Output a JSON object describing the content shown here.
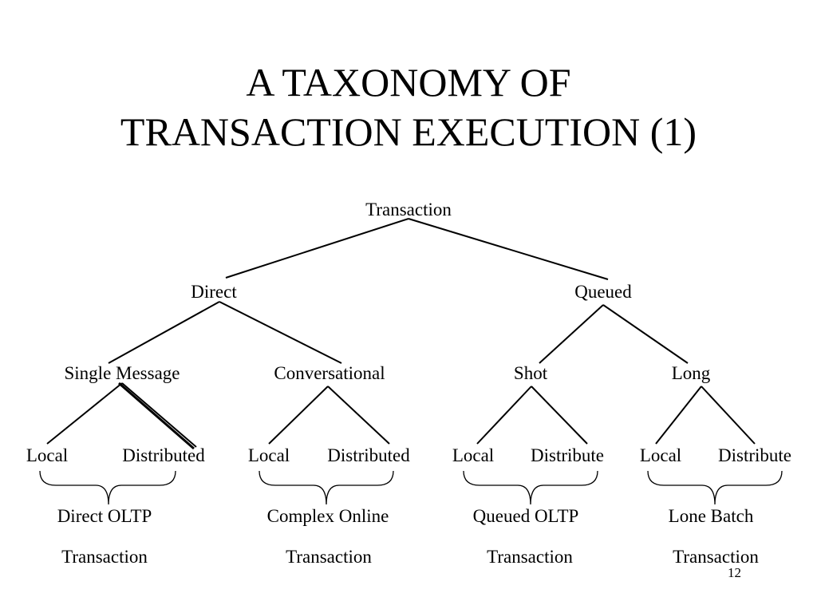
{
  "title": {
    "line1": "A TAXONOMY OF",
    "line2": "TRANSACTION EXECUTION (1)"
  },
  "tree": {
    "root": "Transaction",
    "direct": {
      "label": "Direct",
      "single_message": {
        "label": "Single Message",
        "children": [
          "Local",
          "Distributed"
        ]
      },
      "conversational": {
        "label": "Conversational",
        "children": [
          "Local",
          "Distributed"
        ]
      }
    },
    "queued": {
      "label": "Queued",
      "shot": {
        "label": "Shot",
        "children": [
          "Local",
          "Distribute"
        ]
      },
      "long": {
        "label": "Long",
        "children": [
          "Local",
          "Distribute"
        ]
      }
    }
  },
  "categories": [
    {
      "line1": "Direct OLTP",
      "line2": "Transaction"
    },
    {
      "line1": "Complex Online",
      "line2": "Transaction"
    },
    {
      "line1": "Queued OLTP",
      "line2": "Transaction"
    },
    {
      "line1": "Lone Batch",
      "line2": "Transaction"
    }
  ],
  "page_number": "12"
}
